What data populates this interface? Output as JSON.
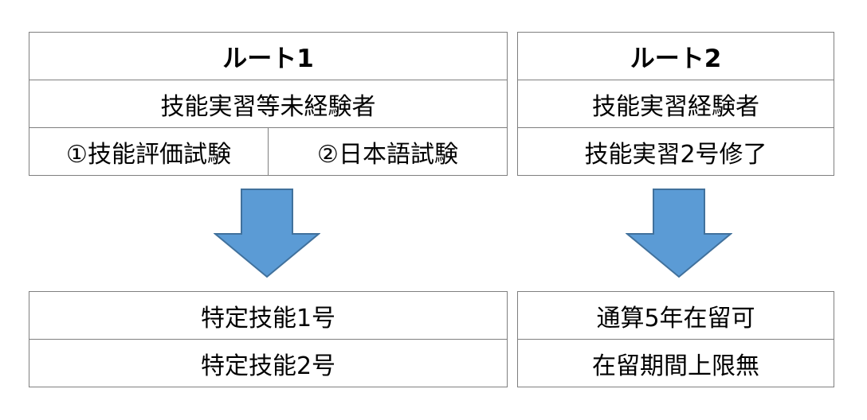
{
  "route1": {
    "title": "ルート1",
    "condition": "技能実習等未経験者",
    "exams": [
      "①技能評価試験",
      "②日本語試験"
    ]
  },
  "route2": {
    "title": "ルート2",
    "condition": "技能実習経験者",
    "requirement": "技能実習2号修了"
  },
  "outcome1": {
    "items": [
      "特定技能1号",
      "特定技能2号"
    ]
  },
  "outcome2": {
    "items": [
      "通算5年在留可",
      "在留期間上限無"
    ]
  },
  "colors": {
    "arrow_fill": "#5b9bd5",
    "arrow_stroke": "#41719c",
    "border": "#7f7f7f"
  }
}
